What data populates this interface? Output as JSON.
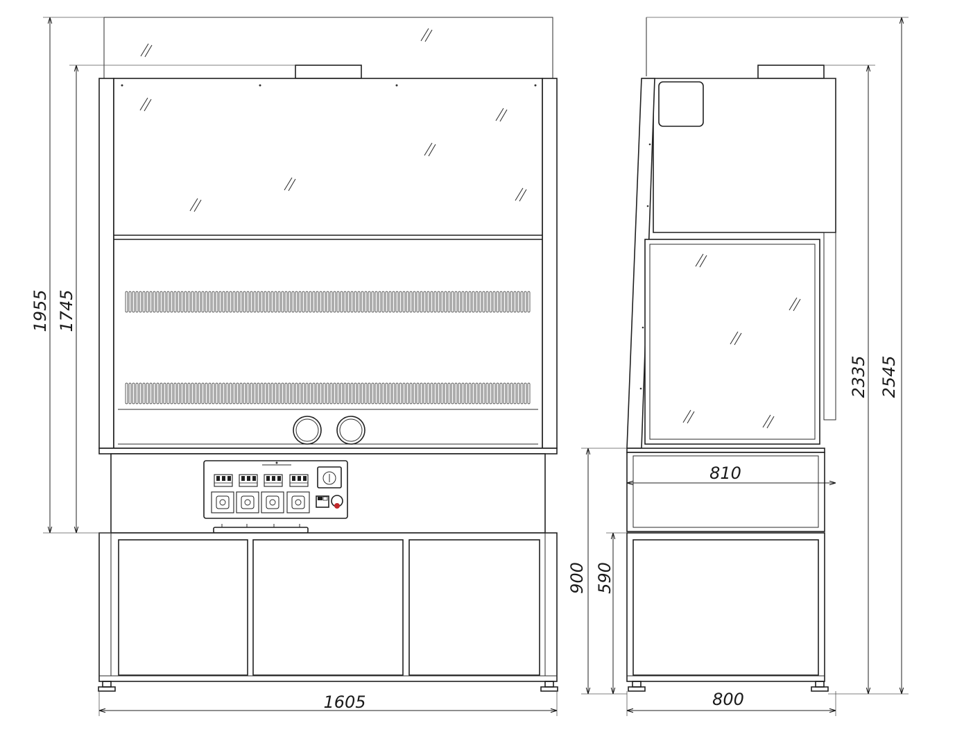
{
  "dimensions": {
    "front_width": "1605",
    "front_height_overall": "1955",
    "front_height_top": "1745",
    "side_depth_base": "800",
    "side_depth_work": "810",
    "side_height_table": "900",
    "side_height_cabinet": "590",
    "side_height_top": "2335",
    "side_height_overall": "2545"
  },
  "colors": {
    "line": "#1f1f1f",
    "indicator_red": "#c0282b"
  },
  "icons": {
    "glass_mark": "glass-hatch-icon",
    "breaker": "circuit-breaker-icon",
    "socket": "power-socket-icon",
    "knob": "rotary-switch-icon",
    "stop": "emergency-stop-icon"
  }
}
